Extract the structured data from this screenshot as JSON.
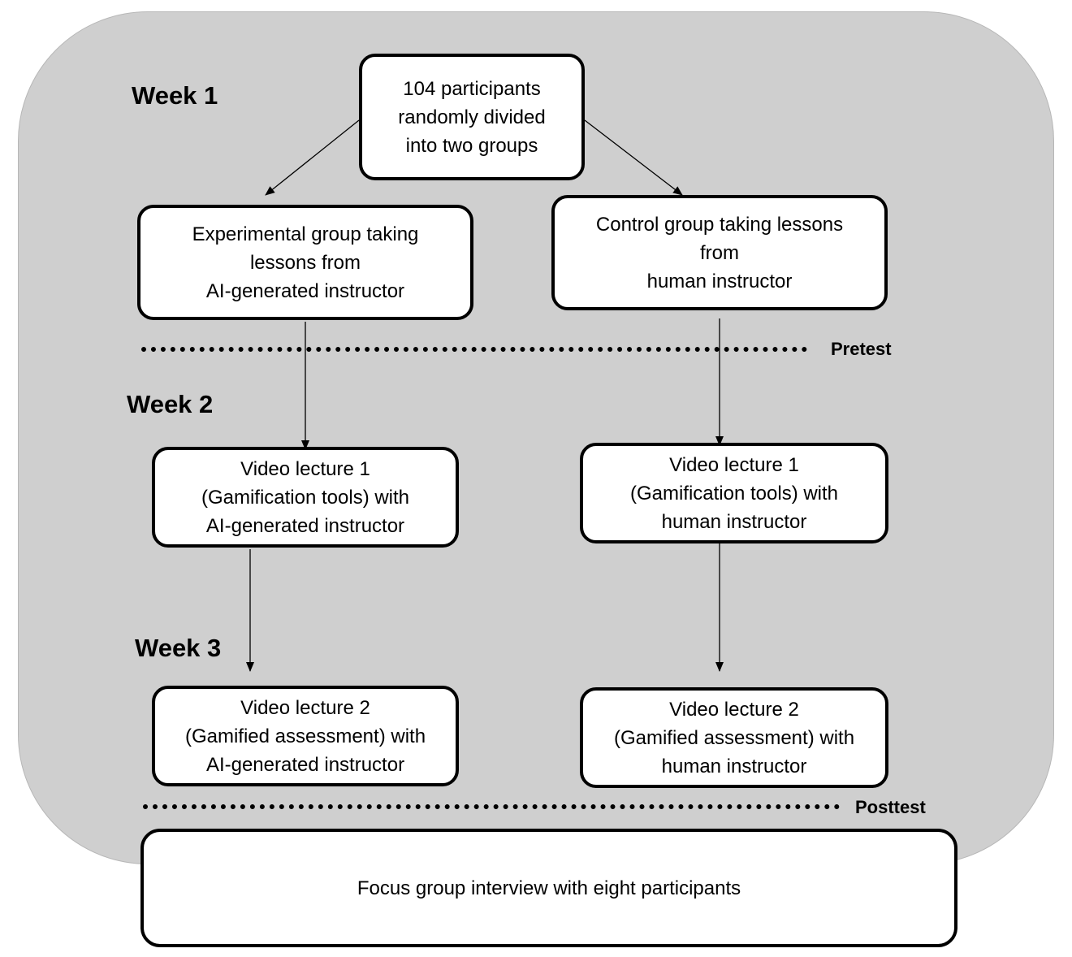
{
  "weeks": {
    "w1": "Week 1",
    "w2": "Week 2",
    "w3": "Week 3"
  },
  "markers": {
    "pretest": "Pretest",
    "posttest": "Posttest"
  },
  "boxes": {
    "start": [
      "104 participants",
      "randomly divided",
      "into two groups"
    ],
    "experimental_group": [
      "Experimental group taking",
      "lessons from",
      "AI-generated instructor"
    ],
    "control_group": [
      "Control group taking lessons",
      "from",
      "human instructor"
    ],
    "exp_lecture1": [
      "Video lecture 1",
      "(Gamification tools) with",
      "AI-generated instructor"
    ],
    "ctrl_lecture1": [
      "Video lecture 1",
      "(Gamification tools) with",
      "human instructor"
    ],
    "exp_lecture2": [
      "Video lecture 2",
      "(Gamified assessment) with",
      "AI-generated instructor"
    ],
    "ctrl_lecture2": [
      "Video lecture 2",
      "(Gamified assessment) with",
      "human instructor"
    ],
    "focus_group": [
      "Focus group interview with eight participants"
    ]
  }
}
